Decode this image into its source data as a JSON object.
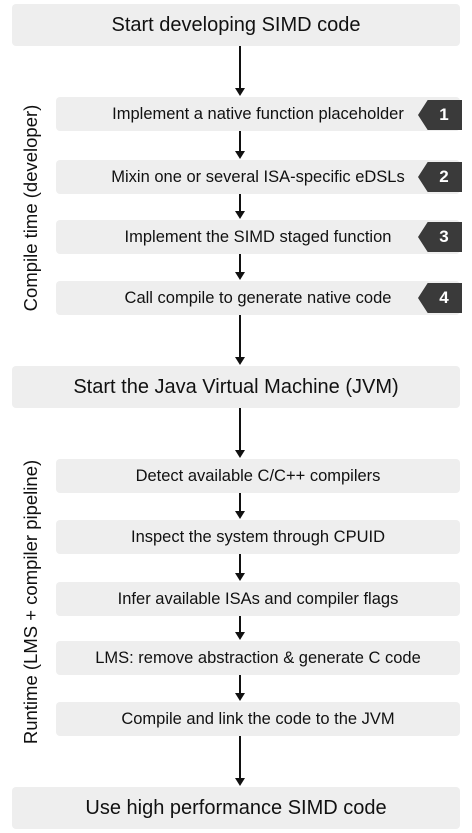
{
  "phases": {
    "compile_time": "Compile time (developer)",
    "runtime": "Runtime (LMS + compiler pipeline)"
  },
  "steps": [
    "Start developing SIMD code",
    "Implement a native function placeholder",
    "Mixin one or several ISA-specific eDSLs",
    "Implement the SIMD staged function",
    "Call compile to generate native code",
    "Start the Java Virtual Machine (JVM)",
    "Detect available C/C++ compilers",
    "Inspect the system through CPUID",
    "Infer available ISAs and compiler flags",
    "LMS: remove abstraction & generate C code",
    "Compile and link the code to the JVM",
    "Use high performance SIMD code"
  ],
  "badges": [
    "1",
    "2",
    "3",
    "4"
  ],
  "colors": {
    "box_fill": "#eeeeee",
    "badge_fill": "#3a3a3a",
    "badge_text": "#ffffff",
    "arrow": "#111111"
  }
}
